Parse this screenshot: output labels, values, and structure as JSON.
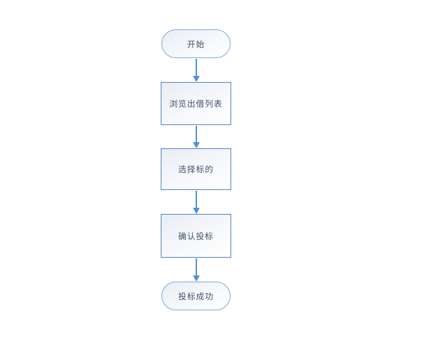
{
  "flowchart": {
    "description": "vertical bidding process flowchart",
    "colors": {
      "terminator_border": "#7da7d8",
      "process_border": "#4e80c1",
      "arrow": "#4f90d5",
      "text": "#44546a",
      "fill_gradient_start": "#e9edf4",
      "fill_gradient_end": "#ffffff",
      "background": "#ffffff"
    },
    "nodes": [
      {
        "id": "start",
        "type": "terminator",
        "label": "开始"
      },
      {
        "id": "browse-loan-list",
        "type": "process",
        "label": "浏览出借列表"
      },
      {
        "id": "select-target",
        "type": "process",
        "label": "选择标的"
      },
      {
        "id": "confirm-bid",
        "type": "process",
        "label": "确认投标"
      },
      {
        "id": "bid-success",
        "type": "terminator",
        "label": "投标成功"
      }
    ],
    "connections": [
      {
        "from": "start",
        "to": "browse-loan-list"
      },
      {
        "from": "browse-loan-list",
        "to": "select-target"
      },
      {
        "from": "select-target",
        "to": "confirm-bid"
      },
      {
        "from": "confirm-bid",
        "to": "bid-success"
      }
    ]
  }
}
